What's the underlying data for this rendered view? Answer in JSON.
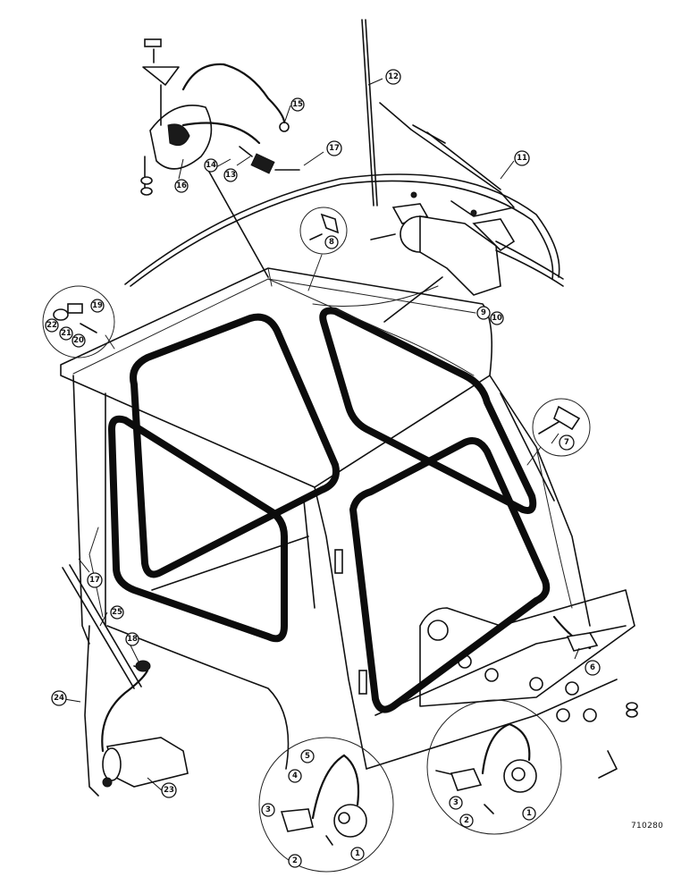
{
  "drawing": {
    "reference_code": "710280"
  },
  "callouts": [
    {
      "id": "c1a",
      "label": "1"
    },
    {
      "id": "c1b",
      "label": "1"
    },
    {
      "id": "c2a",
      "label": "2"
    },
    {
      "id": "c2b",
      "label": "2"
    },
    {
      "id": "c3a",
      "label": "3"
    },
    {
      "id": "c3b",
      "label": "3"
    },
    {
      "id": "c4",
      "label": "4"
    },
    {
      "id": "c5",
      "label": "5"
    },
    {
      "id": "c6",
      "label": "6"
    },
    {
      "id": "c7",
      "label": "7"
    },
    {
      "id": "c8",
      "label": "8"
    },
    {
      "id": "c9",
      "label": "9"
    },
    {
      "id": "c10",
      "label": "10"
    },
    {
      "id": "c11",
      "label": "11"
    },
    {
      "id": "c12",
      "label": "12"
    },
    {
      "id": "c13",
      "label": "13"
    },
    {
      "id": "c14",
      "label": "14"
    },
    {
      "id": "c15",
      "label": "15"
    },
    {
      "id": "c16",
      "label": "16"
    },
    {
      "id": "c17a",
      "label": "17"
    },
    {
      "id": "c17b",
      "label": "17"
    },
    {
      "id": "c18",
      "label": "18"
    },
    {
      "id": "c19",
      "label": "19"
    },
    {
      "id": "c20",
      "label": "20"
    },
    {
      "id": "c21",
      "label": "21"
    },
    {
      "id": "c22",
      "label": "22"
    },
    {
      "id": "c23",
      "label": "23"
    },
    {
      "id": "c24",
      "label": "24"
    },
    {
      "id": "c25",
      "label": "25"
    }
  ]
}
